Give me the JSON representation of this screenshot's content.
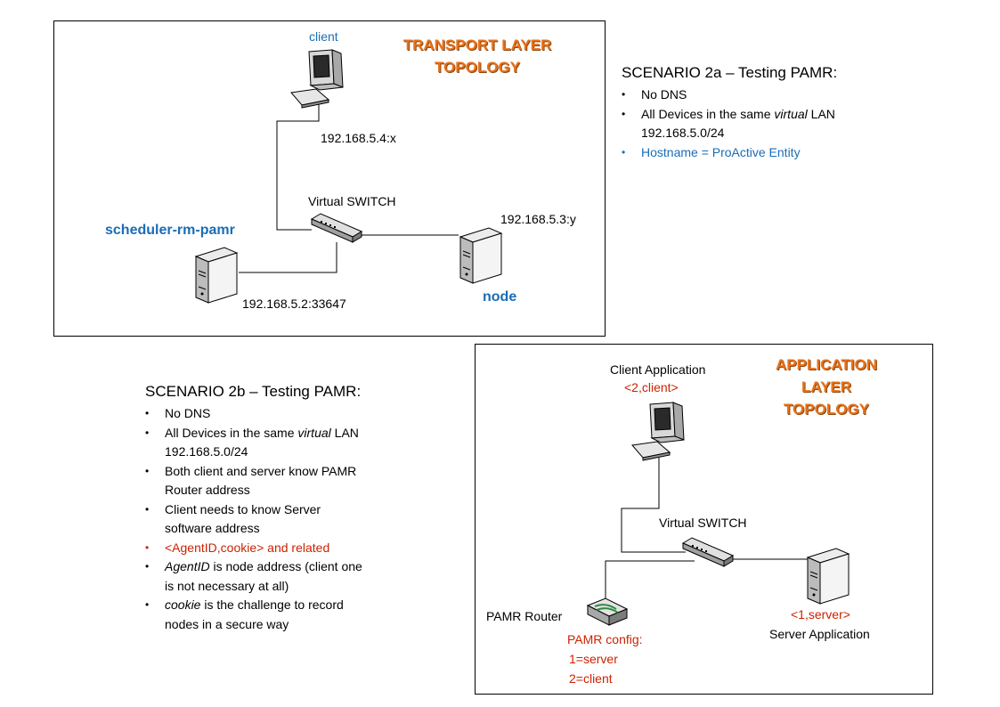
{
  "transport": {
    "title_line1": "TRANSPORT LAYER",
    "title_line2": "TOPOLOGY",
    "client_label": "client",
    "client_addr": "192.168.5.4:x",
    "switch_label": "Virtual SWITCH",
    "scheduler_label": "scheduler-rm-pamr",
    "scheduler_addr": "192.168.5.2:33647",
    "node_addr": "192.168.5.3:y",
    "node_label": "node"
  },
  "scenario_a": {
    "title": "SCENARIO 2a – Testing PAMR:",
    "items": [
      "No DNS",
      "All Devices in the same ",
      "virtual",
      " LAN",
      "192.168.5.0/24",
      "Hostname = ProActive Entity"
    ]
  },
  "scenario_b": {
    "title": "SCENARIO 2b – Testing PAMR:",
    "items": {
      "i1": "No DNS",
      "i2a": "All Devices in the same ",
      "i2b": "virtual",
      "i2c": " LAN",
      "i2d": "192.168.5.0/24",
      "i3a": "Both client and server know PAMR",
      "i3b": "Router address",
      "i4a": "Client needs to know Server",
      "i4b": "software address",
      "i5": "<AgentID,cookie> and related",
      "i6a": "AgentID",
      "i6b": " is node address (client one",
      "i6c": "is not necessary at all)",
      "i7a": "cookie",
      "i7b": " is the challenge to record",
      "i7c": "nodes in a secure way"
    }
  },
  "application": {
    "title_line1": "APPLICATION",
    "title_line2": "LAYER",
    "title_line3": "TOPOLOGY",
    "client_app_label": "Client Application",
    "client_app_id": "<2,client>",
    "switch_label": "Virtual SWITCH",
    "router_label": "PAMR Router",
    "router_config": "PAMR config:",
    "router_cfg1": "1=server",
    "router_cfg2": "2=client",
    "server_id": "<1,server>",
    "server_label": "Server Application"
  },
  "colors": {
    "title_orange": "#e8711a",
    "label_blue": "#1a6db5",
    "highlight_red": "#cc2200"
  }
}
